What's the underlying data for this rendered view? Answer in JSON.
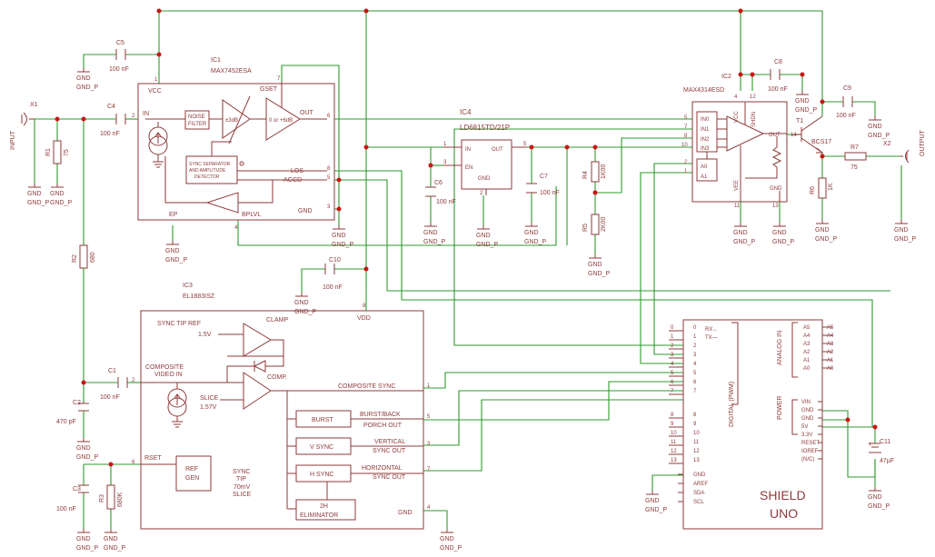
{
  "ic": {
    "ic1_name": "IC1",
    "ic1_part": "MAX7452ESA",
    "ic2_name": "IC2",
    "ic2_part": "MAX4314ESD",
    "ic3_name": "IC3",
    "ic3_part": "EL1883ISZ",
    "ic4_name": "IC4",
    "ic4_part": "LD6815TD/21P"
  },
  "ic1": {
    "vcc": "VCC",
    "in": "IN",
    "out": "OUT",
    "gset": "GSET",
    "los": "LOS",
    "agcd": "AGCD",
    "gnd": "GND",
    "ep": "EP",
    "bplvl": "BPLVL",
    "noise1": "NOISE",
    "noise2": "FILTER",
    "db": "±3dB",
    "gainsel": "0 or +6dB",
    "sync1": "SYNC SEPARATOR",
    "sync2": "AND AMPLITUDE",
    "sync3": "DETECTOR",
    "p1": "1",
    "p2": "2",
    "p3": "3",
    "p4": "4",
    "p5": "5",
    "p6": "6",
    "p7": "7",
    "p8": "8"
  },
  "ic4": {
    "in": "IN",
    "out": "OUT",
    "en": "EN",
    "gnd": "GND",
    "p1": "1",
    "p2": "2",
    "p3": "3",
    "p5": "5"
  },
  "ic2": {
    "in0": "IN0",
    "in1": "IN1",
    "in2": "IN2",
    "in3": "IN3",
    "a0": "A0",
    "a1": "A1",
    "vcc": "VCC",
    "shdn": "SHDN",
    "out": "OUT",
    "gnd": "GND",
    "vee": "VEE",
    "p1": "1",
    "p2": "2",
    "p4": "4",
    "p5": "5",
    "p7": "7",
    "p8": "8",
    "p10": "10",
    "p11": "11",
    "p12": "12",
    "p13": "13",
    "p14": "14"
  },
  "ic3": {
    "vdd": "VDD",
    "synctip": "SYNC TIP REF",
    "synctip_v": "1.5V",
    "clamp": "CLAMP",
    "comp_in1": "COMPOSITE",
    "comp_in2": "VIDEO IN",
    "slice": "SLICE",
    "slice_v": "1.57V",
    "comp": "COMP.",
    "comp_sync": "COMPOSITE SYNC",
    "burst": "BURST",
    "burst_out1": "BURST/BACK",
    "burst_out2": "PORCH OUT",
    "vsync": "V SYNC",
    "vert1": "VERTICAL",
    "vert2": "SYNC OUT",
    "hsync": "H SYNC",
    "horiz1": "HORIZONTAL",
    "horiz2": "SYNC OUT",
    "rset": "RSET",
    "refgen1": "REF",
    "refgen2": "GEN",
    "tip1": "SYNC",
    "tip2": "TIP",
    "tip3": "70mV",
    "tip4": "SLICE",
    "elim1": "2H",
    "elim2": "ELIMINATOR",
    "gnd": "GND",
    "p1": "1",
    "p2": "2",
    "p3": "3",
    "p4": "4",
    "p5": "5",
    "p6": "6",
    "p7": "7",
    "p8": "8"
  },
  "arduino": {
    "title1": "SHIELD",
    "title2": "UNO",
    "digital": "DIGITAL (PWM)",
    "analog": "ANALOG IN",
    "power": "POWER",
    "rx": "RX←",
    "tx": "TX—",
    "d_labels": [
      "0",
      "1",
      "2",
      "3",
      "4",
      "5",
      "6",
      "7",
      "8",
      "9",
      "10",
      "11",
      "12",
      "13"
    ],
    "d_ext": [
      "0",
      "1",
      "2",
      "3",
      "4",
      "5",
      "6",
      "7",
      "8",
      "9",
      "10",
      "11",
      "12",
      "13"
    ],
    "left_extra": [
      "GND",
      "AREF",
      "SDA",
      "SCL"
    ],
    "analog_labels": [
      "A5",
      "A4",
      "A3",
      "A2",
      "A1",
      "A0"
    ],
    "power_labels": [
      "VIN",
      "GND",
      "GND",
      "5V",
      "3.3V",
      "RESET",
      "IOREF",
      "(N/C)"
    ]
  },
  "components": {
    "x1": "X1",
    "x2": "X2",
    "t1": "T1",
    "t1_part": "BCS17",
    "r1": "R1",
    "r1_v": "75",
    "r2": "R2",
    "r2_v": "680",
    "r3": "R3",
    "r3_v": "680K",
    "r4": "R4",
    "r4_v": "1K00",
    "r5": "R5",
    "r5_v": "2K00",
    "r6": "R6",
    "r6_v": "1K",
    "r7": "R7",
    "r7_v": "75",
    "c1": "C1",
    "c1_v": "100 nF",
    "c2": "C2",
    "c2_v": "470 pF",
    "c3": "C3",
    "c3_v": "100 nF",
    "c4": "C4",
    "c4_v": "100 nF",
    "c5": "C5",
    "c5_v": "100 nF",
    "c6": "C6",
    "c6_v": "100 nF",
    "c7": "C7",
    "c7_v": "100 nF",
    "c8": "C8",
    "c8_v": "100 nF",
    "c9": "C9",
    "c9_v": "100 nF",
    "c10": "C10",
    "c10_v": "100 nF",
    "c11": "C11",
    "c11_v": "47µF"
  },
  "labels": {
    "input": "INPUT",
    "output": "OUTPUT",
    "gnd": "GND",
    "gndp": "GND_P"
  }
}
